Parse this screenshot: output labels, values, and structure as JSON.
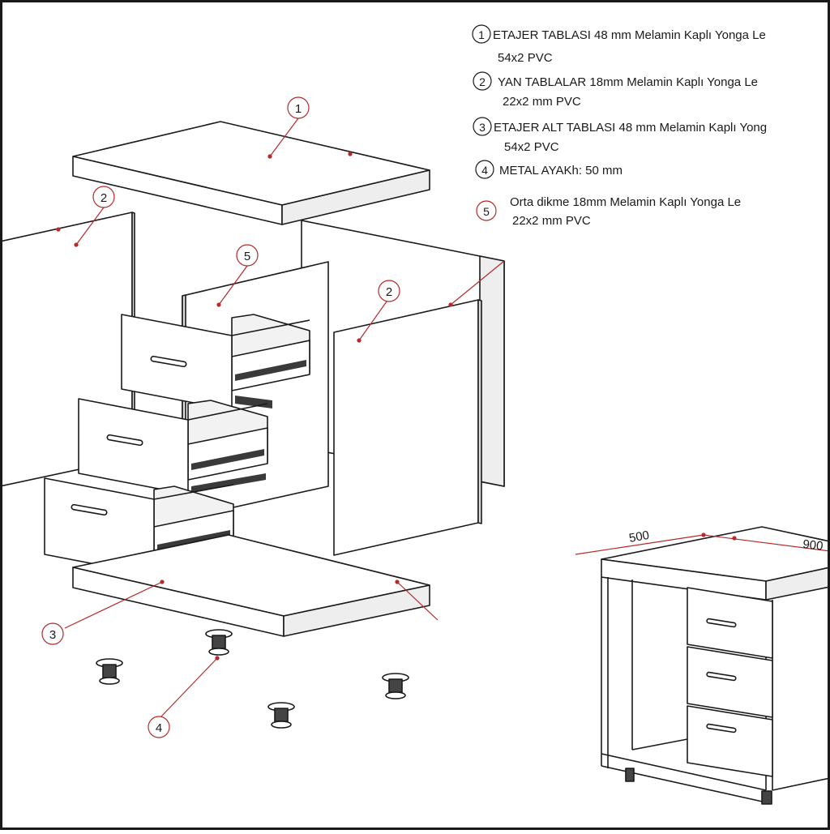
{
  "legend": [
    {
      "num": "1",
      "line1": "ETAJER TABLASI  48 mm  Melamin Kaplı Yonga Le",
      "line2": "54x2 PVC"
    },
    {
      "num": "2",
      "line1": "YAN TABLALAR  18mm  Melamin Kaplı Yonga Le",
      "line2": "22x2 mm PVC"
    },
    {
      "num": "3",
      "line1": "ETAJER ALT TABLASI  48 mm  Melamin Kaplı Yong",
      "line2": "54x2 PVC"
    },
    {
      "num": "4",
      "line1": "METAL AYAKh: 50 mm",
      "line2": ""
    },
    {
      "num": "5",
      "line1": "Orta dikme  18mm  Melamin Kaplı Yonga Le",
      "line2": "22x2 mm PVC"
    }
  ],
  "callouts": {
    "part1": "1",
    "part2a": "2",
    "part2b": "2",
    "part3": "3",
    "part4": "4",
    "part5": "5"
  },
  "dimensions": {
    "depth": "500",
    "width": "900"
  },
  "colors": {
    "line": "#1a1a1a",
    "leader": "#b52a2a",
    "panel": "#ffffff",
    "shade": "#e6e6e6"
  }
}
